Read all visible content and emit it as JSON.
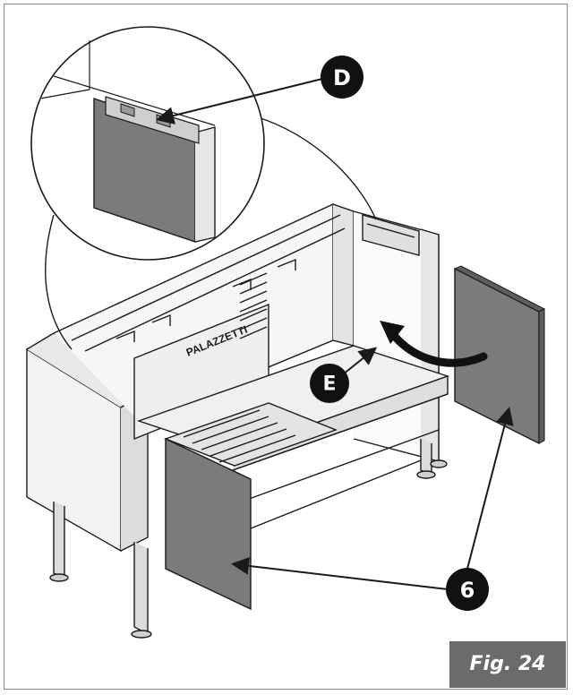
{
  "figure": {
    "caption": "Fig. 24"
  },
  "callouts": {
    "d": "D",
    "e": "E",
    "six": "6"
  },
  "brand_plate": "PALAZZETTI",
  "colors": {
    "panel": "#7b7b7b",
    "panel_dark": "#5e5e5e",
    "line": "#1a1a1a",
    "frame": "#8a8a8a",
    "caption_bg": "#6b6b6b",
    "callout_bg": "#111111"
  }
}
